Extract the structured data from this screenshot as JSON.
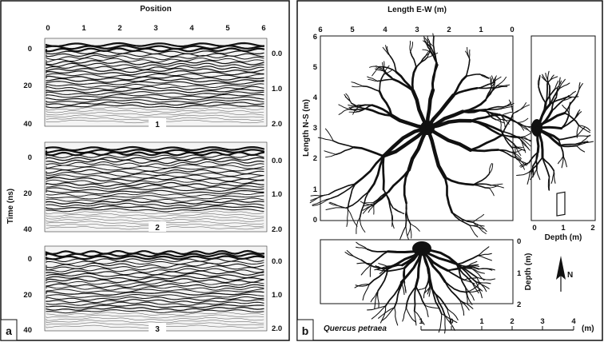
{
  "panel_a": {
    "letter": "a",
    "top_axis_label": "Position",
    "left_axis_label": "Time (ns)",
    "position_ticks": [
      "0",
      "1",
      "2",
      "3",
      "4",
      "5",
      "6"
    ],
    "radargrams": [
      {
        "number": "1",
        "time_ticks": [
          "0",
          "20",
          "40"
        ],
        "depth_ticks": [
          "0.0",
          "1.0",
          "2.0"
        ]
      },
      {
        "number": "2",
        "time_ticks": [
          "0",
          "20",
          "40"
        ],
        "depth_ticks": [
          "0.0",
          "1.0",
          "2.0"
        ]
      },
      {
        "number": "3",
        "time_ticks": [
          "0",
          "20",
          "40"
        ],
        "depth_ticks": [
          "0.0",
          "1.0",
          "2.0"
        ]
      }
    ]
  },
  "panel_b": {
    "letter": "b",
    "top_axis_label": "Length E-W (m)",
    "left_axis_label": "Length N-S (m)",
    "ew_ticks": [
      "6",
      "5",
      "4",
      "3",
      "2",
      "1",
      "0"
    ],
    "ns_ticks": [
      "0",
      "1",
      "2",
      "3",
      "4",
      "5",
      "6"
    ],
    "side_depth_label": "Depth (m)",
    "side_depth_ticks": [
      "0",
      "1",
      "2"
    ],
    "bottom_depth_label": "Depth (m)",
    "bottom_depth_ticks": [
      "0",
      "1",
      "2"
    ],
    "species": "Quercus petraea",
    "scale_ticks": [
      "1",
      "0",
      "1",
      "2",
      "3",
      "4"
    ],
    "scale_unit": "(m)",
    "north_label": "N"
  }
}
